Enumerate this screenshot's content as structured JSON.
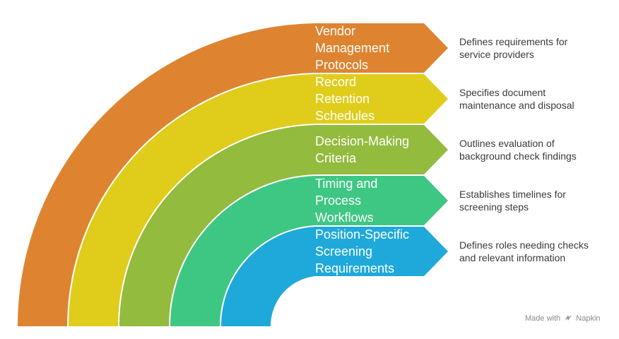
{
  "bands": [
    {
      "label_lines": [
        "Vendor",
        "Management",
        "Protocols"
      ],
      "description_lines": [
        "Defines requirements for",
        "service providers"
      ],
      "color": "#DE8431"
    },
    {
      "label_lines": [
        "Record",
        "Retention",
        "Schedules"
      ],
      "description_lines": [
        "Specifies document",
        "maintenance and disposal"
      ],
      "color": "#E0CD1B"
    },
    {
      "label_lines": [
        "Decision-Making",
        "Criteria"
      ],
      "description_lines": [
        "Outlines evaluation of",
        "background check findings"
      ],
      "color": "#93BB3E"
    },
    {
      "label_lines": [
        "Timing and",
        "Process",
        "Workflows"
      ],
      "description_lines": [
        "Establishes timelines for",
        "screening steps"
      ],
      "color": "#3EC783"
    },
    {
      "label_lines": [
        "Position-Specific",
        "Screening",
        "Requirements"
      ],
      "description_lines": [
        "Defines roles needing checks",
        "and relevant information"
      ],
      "color": "#1FA9DB"
    }
  ],
  "credit": {
    "prefix": "Made with",
    "brand": "Napkin",
    "icon": "napkin-logo-icon"
  }
}
